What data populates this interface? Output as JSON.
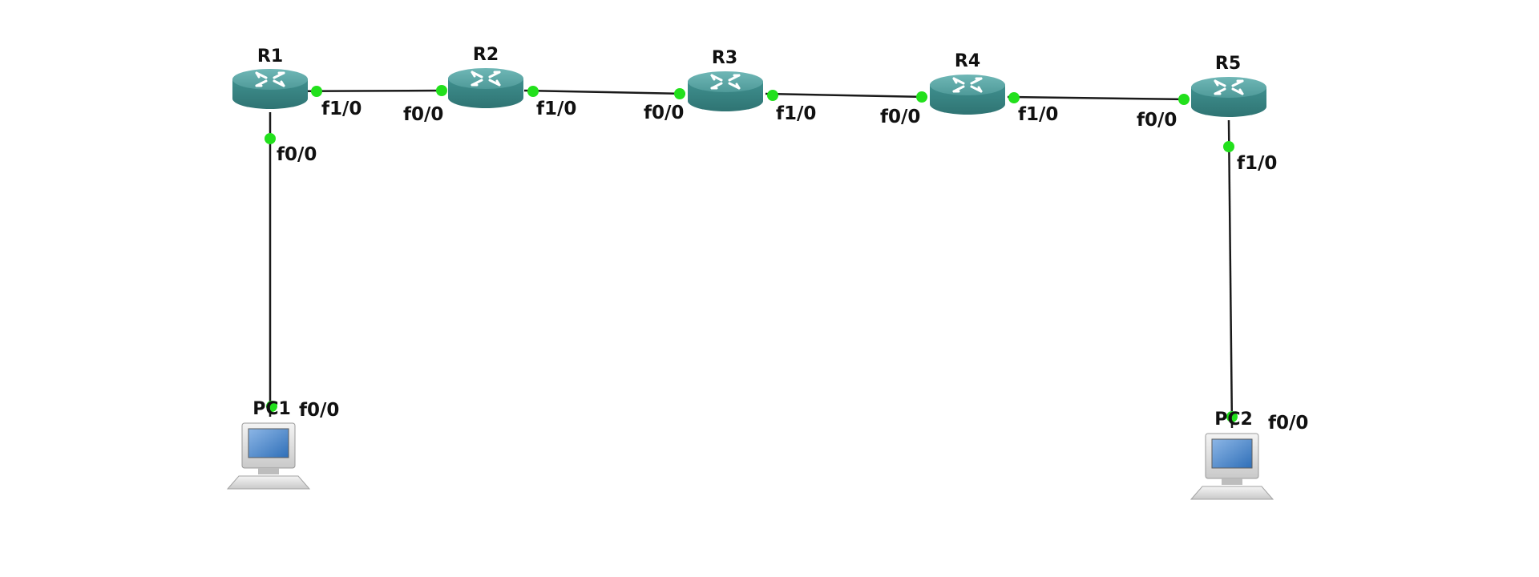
{
  "colors": {
    "link": "#1a1a1a",
    "port_dot": "#22e01c",
    "router_top": "#5aa7a6",
    "router_side": "#3a8584",
    "label": "#111111"
  },
  "devices": [
    {
      "id": "r1",
      "name": "R1",
      "type": "router",
      "icon": "router-icon"
    },
    {
      "id": "r2",
      "name": "R2",
      "type": "router",
      "icon": "router-icon"
    },
    {
      "id": "r3",
      "name": "R3",
      "type": "router",
      "icon": "router-icon"
    },
    {
      "id": "r4",
      "name": "R4",
      "type": "router",
      "icon": "router-icon"
    },
    {
      "id": "r5",
      "name": "R5",
      "type": "router",
      "icon": "router-icon"
    },
    {
      "id": "pc1",
      "name": "PC1",
      "type": "pc",
      "icon": "computer-icon"
    },
    {
      "id": "pc2",
      "name": "PC2",
      "type": "pc",
      "icon": "computer-icon"
    }
  ],
  "links": [
    {
      "a": "R1",
      "a_port": "f1/0",
      "b": "R2",
      "b_port": "f0/0"
    },
    {
      "a": "R2",
      "a_port": "f1/0",
      "b": "R3",
      "b_port": "f0/0"
    },
    {
      "a": "R3",
      "a_port": "f1/0",
      "b": "R4",
      "b_port": "f0/0"
    },
    {
      "a": "R4",
      "a_port": "f1/0",
      "b": "R5",
      "b_port": "f0/0"
    },
    {
      "a": "R1",
      "a_port": "f0/0",
      "b": "PC1",
      "b_port": "f0/0"
    },
    {
      "a": "R5",
      "a_port": "f1/0",
      "b": "PC2",
      "b_port": "f0/0"
    }
  ]
}
